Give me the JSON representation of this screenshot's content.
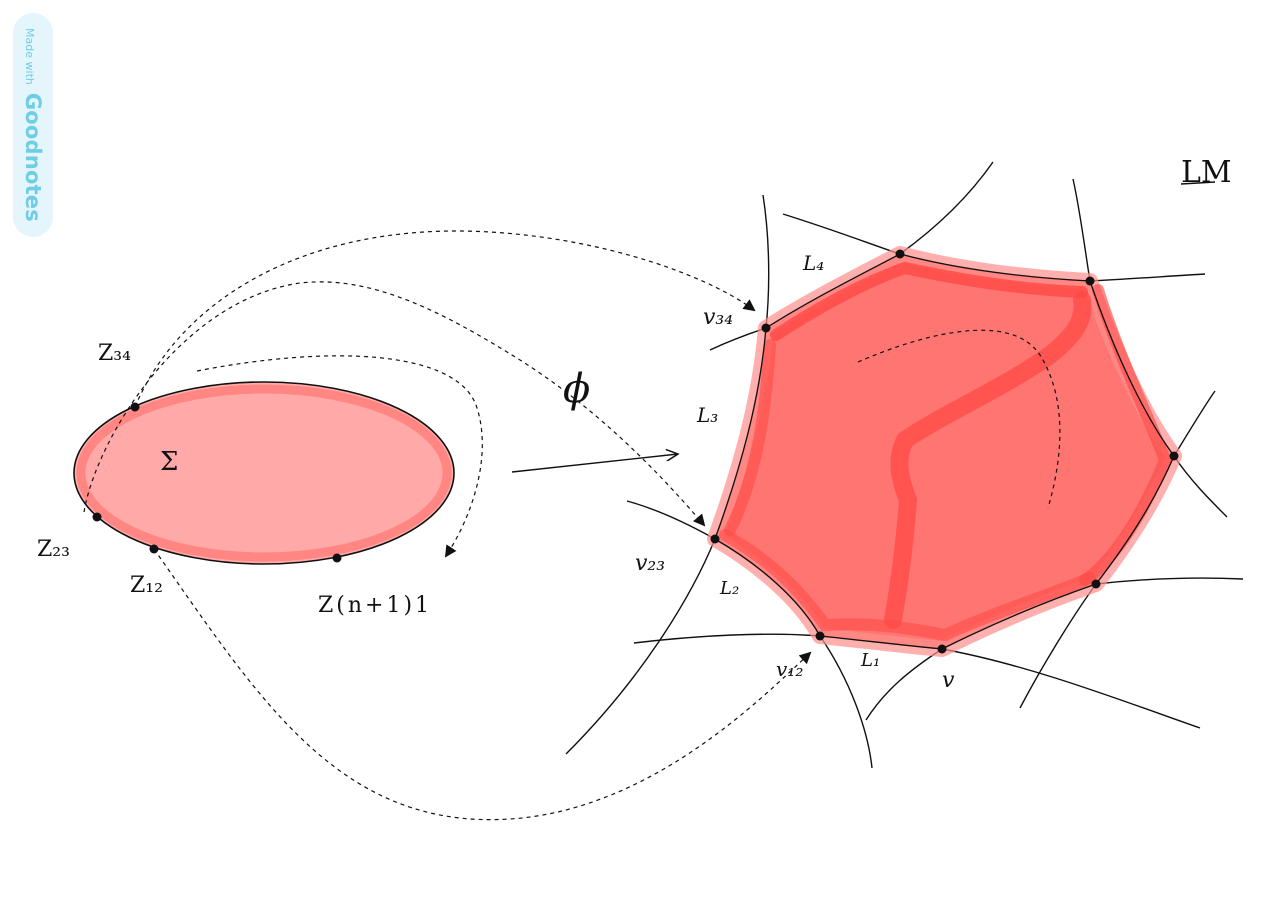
{
  "badge": {
    "prefix": "Made with",
    "brand": "Goodnotes"
  },
  "colors": {
    "fill": "#ff6e6a",
    "fill_light": "#ffaaa8",
    "stroke": "#111111",
    "badge": "#6fcde6"
  },
  "labels": {
    "lm": "LM",
    "sigma": "Σ",
    "phi": "ϕ",
    "z34": "Z₃₄",
    "z23": "Z₂₃",
    "z12": "Z₁₂",
    "zn1": "Z(n+1)1",
    "v34": "v₃₄",
    "v23": "v₂₃",
    "v12": "v₁₂",
    "v": "v",
    "l4": "L₄",
    "l3": "L₃",
    "l2": "L₂",
    "l1": "L₁"
  }
}
